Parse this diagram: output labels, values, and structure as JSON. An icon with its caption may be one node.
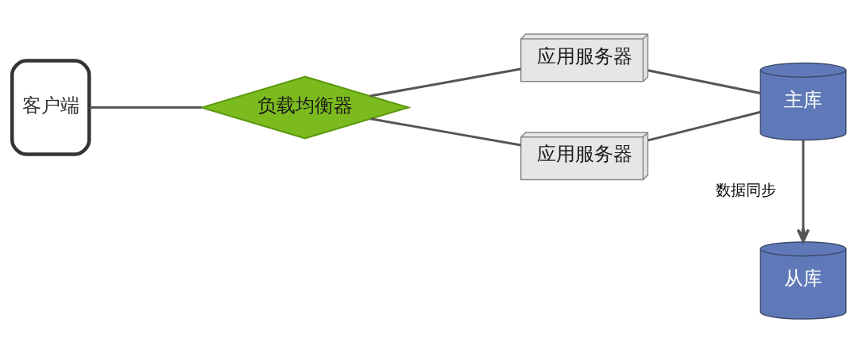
{
  "diagram": {
    "nodes": [
      {
        "text": [
          "客户端"
        ]
      },
      {
        "text": [
          "负载均衡器"
        ]
      },
      {
        "text": [
          "应用服务器"
        ]
      },
      {
        "text": [
          "主库"
        ]
      },
      {
        "text": [
          "应用服务器"
        ]
      },
      {
        "text": [
          "从库"
        ]
      }
    ],
    "edges": [
      {
        "from": 0,
        "to": 1,
        "arrow": "none"
      },
      {
        "from": 1,
        "to": 2,
        "arrow": "none"
      },
      {
        "from": 1,
        "to": 4,
        "arrow": "none"
      },
      {
        "from": 2,
        "to": 3,
        "arrow": "none"
      },
      {
        "from": 4,
        "to": 3,
        "arrow": "none"
      },
      {
        "from": 3,
        "to": 5,
        "label": "数据同步",
        "arrow": "to"
      }
    ]
  }
}
